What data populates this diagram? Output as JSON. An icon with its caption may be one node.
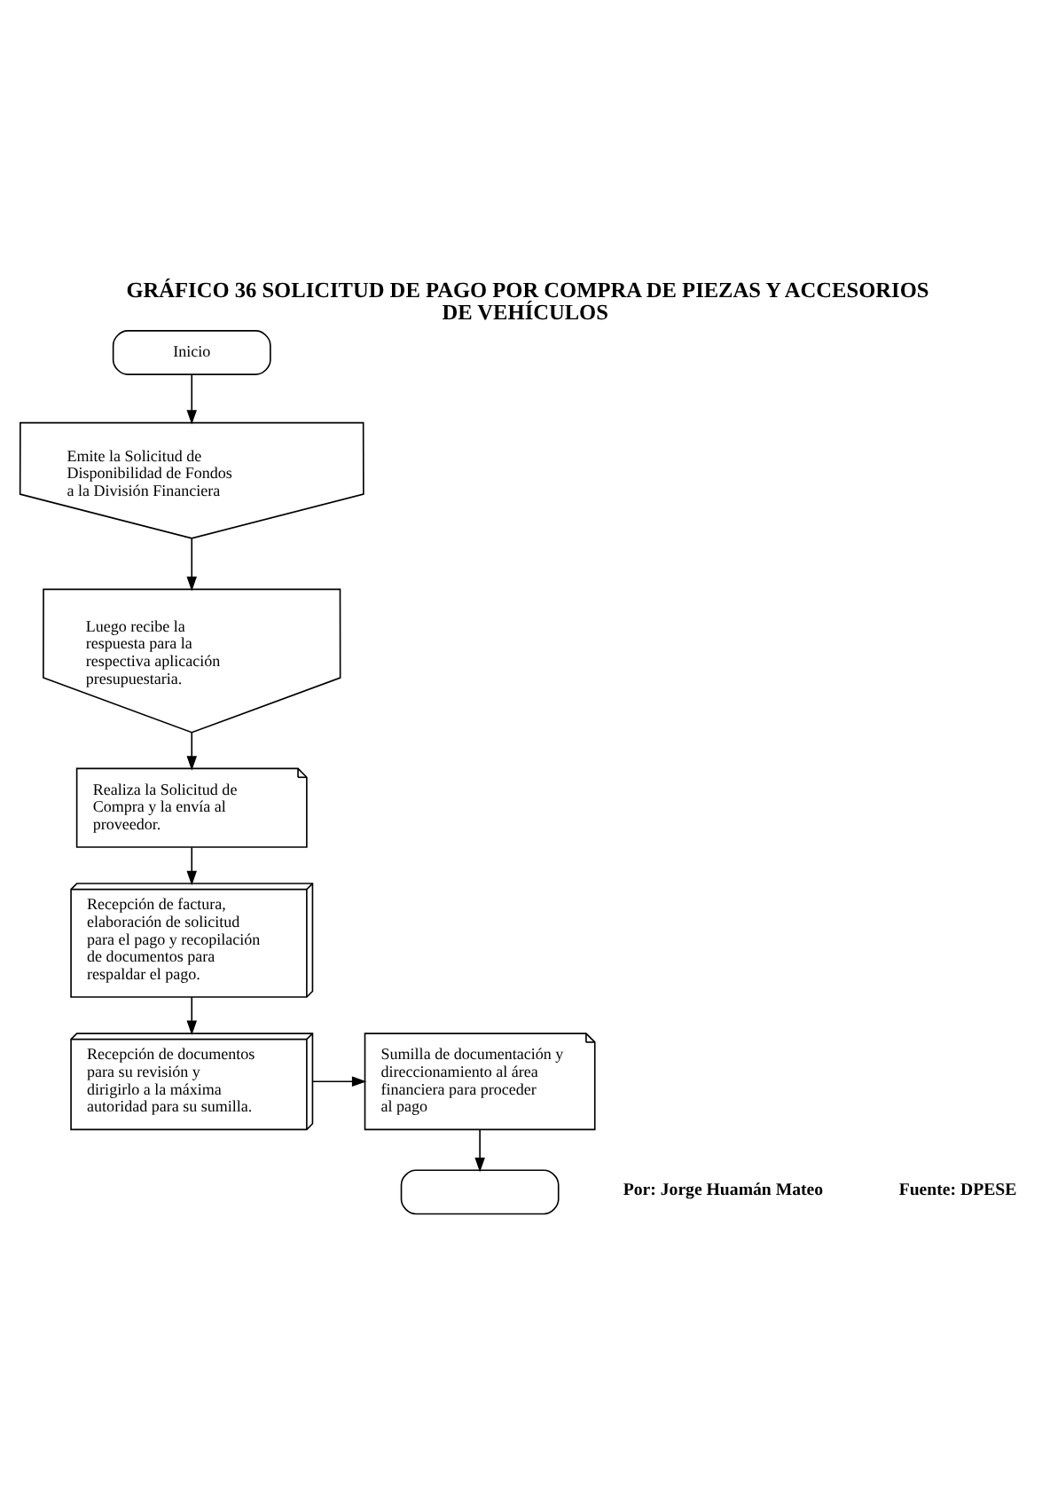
{
  "diagram": {
    "title": "GRÁFICO 36 SOLICITUD DE PAGO POR COMPRA DE PIEZAS Y ACCESORIOS DE VEHÍCULOS",
    "nodes": [
      {
        "text": [
          "Inicio"
        ]
      },
      {
        "text": [
          "Emite la Solicitud de Disponibilidad de Fondos a la División Financiera"
        ]
      },
      {
        "text": [
          "Luego recibe la respuesta para la respectiva aplicación presupuestaria."
        ]
      },
      {
        "text": [
          "Realiza la Solicitud de Compra y la envía al proveedor."
        ]
      },
      {
        "text": [
          "Recepción de factura, elaboración de solicitud para el pago y recopilación de documentos para respaldar el pago."
        ]
      },
      {
        "text": [
          "Recepción de documentos para su revisión y dirigirlo a la máxima autoridad para su sumilla."
        ]
      },
      {
        "text": [
          "Sumilla de documentación y direccionamiento al área financiera para proceder al pago"
        ]
      },
      {
        "text": [],
        "shape": "box"
      }
    ],
    "edges": [
      {
        "from": 0,
        "to": 1,
        "arrow": "to"
      },
      {
        "from": 1,
        "to": 2,
        "arrow": "to"
      },
      {
        "from": 2,
        "to": 3,
        "arrow": "to"
      },
      {
        "from": 3,
        "to": 4,
        "arrow": "to"
      },
      {
        "from": 4,
        "to": 5,
        "arrow": "to"
      },
      {
        "from": 5,
        "to": 6,
        "arrow": "to"
      },
      {
        "from": 6,
        "to": 7,
        "arrow": "to"
      }
    ],
    "labels": [
      "Por: Jorge Huamán Mateo",
      "Fuente: DPESE"
    ]
  }
}
